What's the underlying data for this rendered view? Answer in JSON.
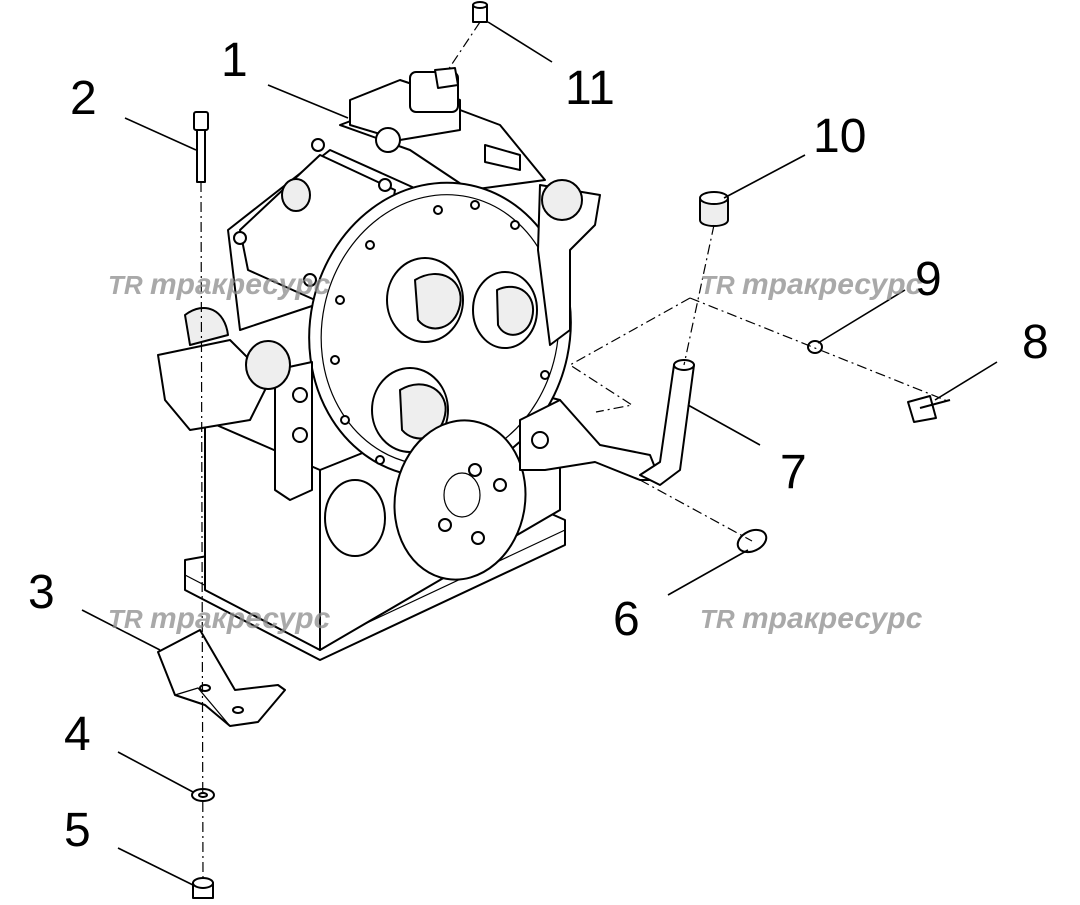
{
  "diagram": {
    "callouts": [
      {
        "id": "c1",
        "label": "1"
      },
      {
        "id": "c2",
        "label": "2"
      },
      {
        "id": "c3",
        "label": "3"
      },
      {
        "id": "c4",
        "label": "4"
      },
      {
        "id": "c5",
        "label": "5"
      },
      {
        "id": "c6",
        "label": "6"
      },
      {
        "id": "c7",
        "label": "7"
      },
      {
        "id": "c8",
        "label": "8"
      },
      {
        "id": "c9",
        "label": "9"
      },
      {
        "id": "c10",
        "label": "10"
      },
      {
        "id": "c11",
        "label": "11"
      }
    ]
  },
  "watermark": {
    "logo": "TR",
    "text": "тракресурс"
  },
  "icons": [
    "gearbox-assembly-drawing",
    "bolt-icon",
    "washer-icon",
    "nut-icon",
    "bracket-icon",
    "handle-icon",
    "cap-icon",
    "fitting-icon",
    "o-ring-icon"
  ]
}
